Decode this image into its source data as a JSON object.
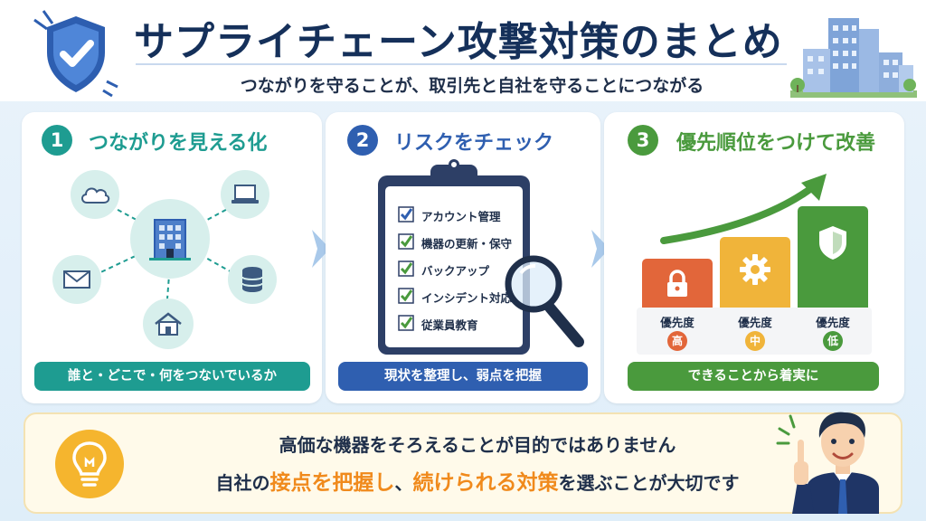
{
  "header": {
    "title": "サプライチェーン攻撃対策のまとめ",
    "subtitle": "つながりを守ることが、取引先と自社を守ることにつながる",
    "icons": [
      "shield-check-icon",
      "office-buildings-illustration"
    ]
  },
  "steps": [
    {
      "number": "1",
      "title": "つながりを見える化",
      "footer": "誰と・どこで・何をつないでいるか",
      "color": "#1e9c91",
      "icons": [
        "building-icon",
        "cloud-icon",
        "laptop-icon",
        "mail-icon",
        "database-icon",
        "house-icon"
      ]
    },
    {
      "number": "2",
      "title": "リスクをチェック",
      "footer": "現状を整理し、弱点を把握",
      "color": "#2f5fb0",
      "checklist": [
        "アカウント管理",
        "機器の更新・保守",
        "バックアップ",
        "インシデント対応",
        "従業員教育"
      ],
      "icons": [
        "clipboard-icon",
        "magnifier-icon",
        "check-icon"
      ]
    },
    {
      "number": "3",
      "title": "優先順位をつけて改善",
      "footer": "できることから着実に",
      "color": "#4a9a3d",
      "priorities": [
        {
          "label": "優先度",
          "level": "高",
          "color": "#e2663a",
          "icon": "lock-icon"
        },
        {
          "label": "優先度",
          "level": "中",
          "color": "#f0b43a",
          "icon": "gear-icon"
        },
        {
          "label": "優先度",
          "level": "低",
          "color": "#4a9a3d",
          "icon": "shield-icon"
        }
      ]
    }
  ],
  "bottom": {
    "line1": "高価な機器をそろえることが目的ではありません",
    "line2": {
      "p1": "自社の",
      "h1": "接点を把握し",
      "p2": "、",
      "h2": "続けられる対策",
      "p3": "を選ぶことが大切です"
    },
    "icons": [
      "lightbulb-icon",
      "businessman-pointing-illustration"
    ]
  }
}
